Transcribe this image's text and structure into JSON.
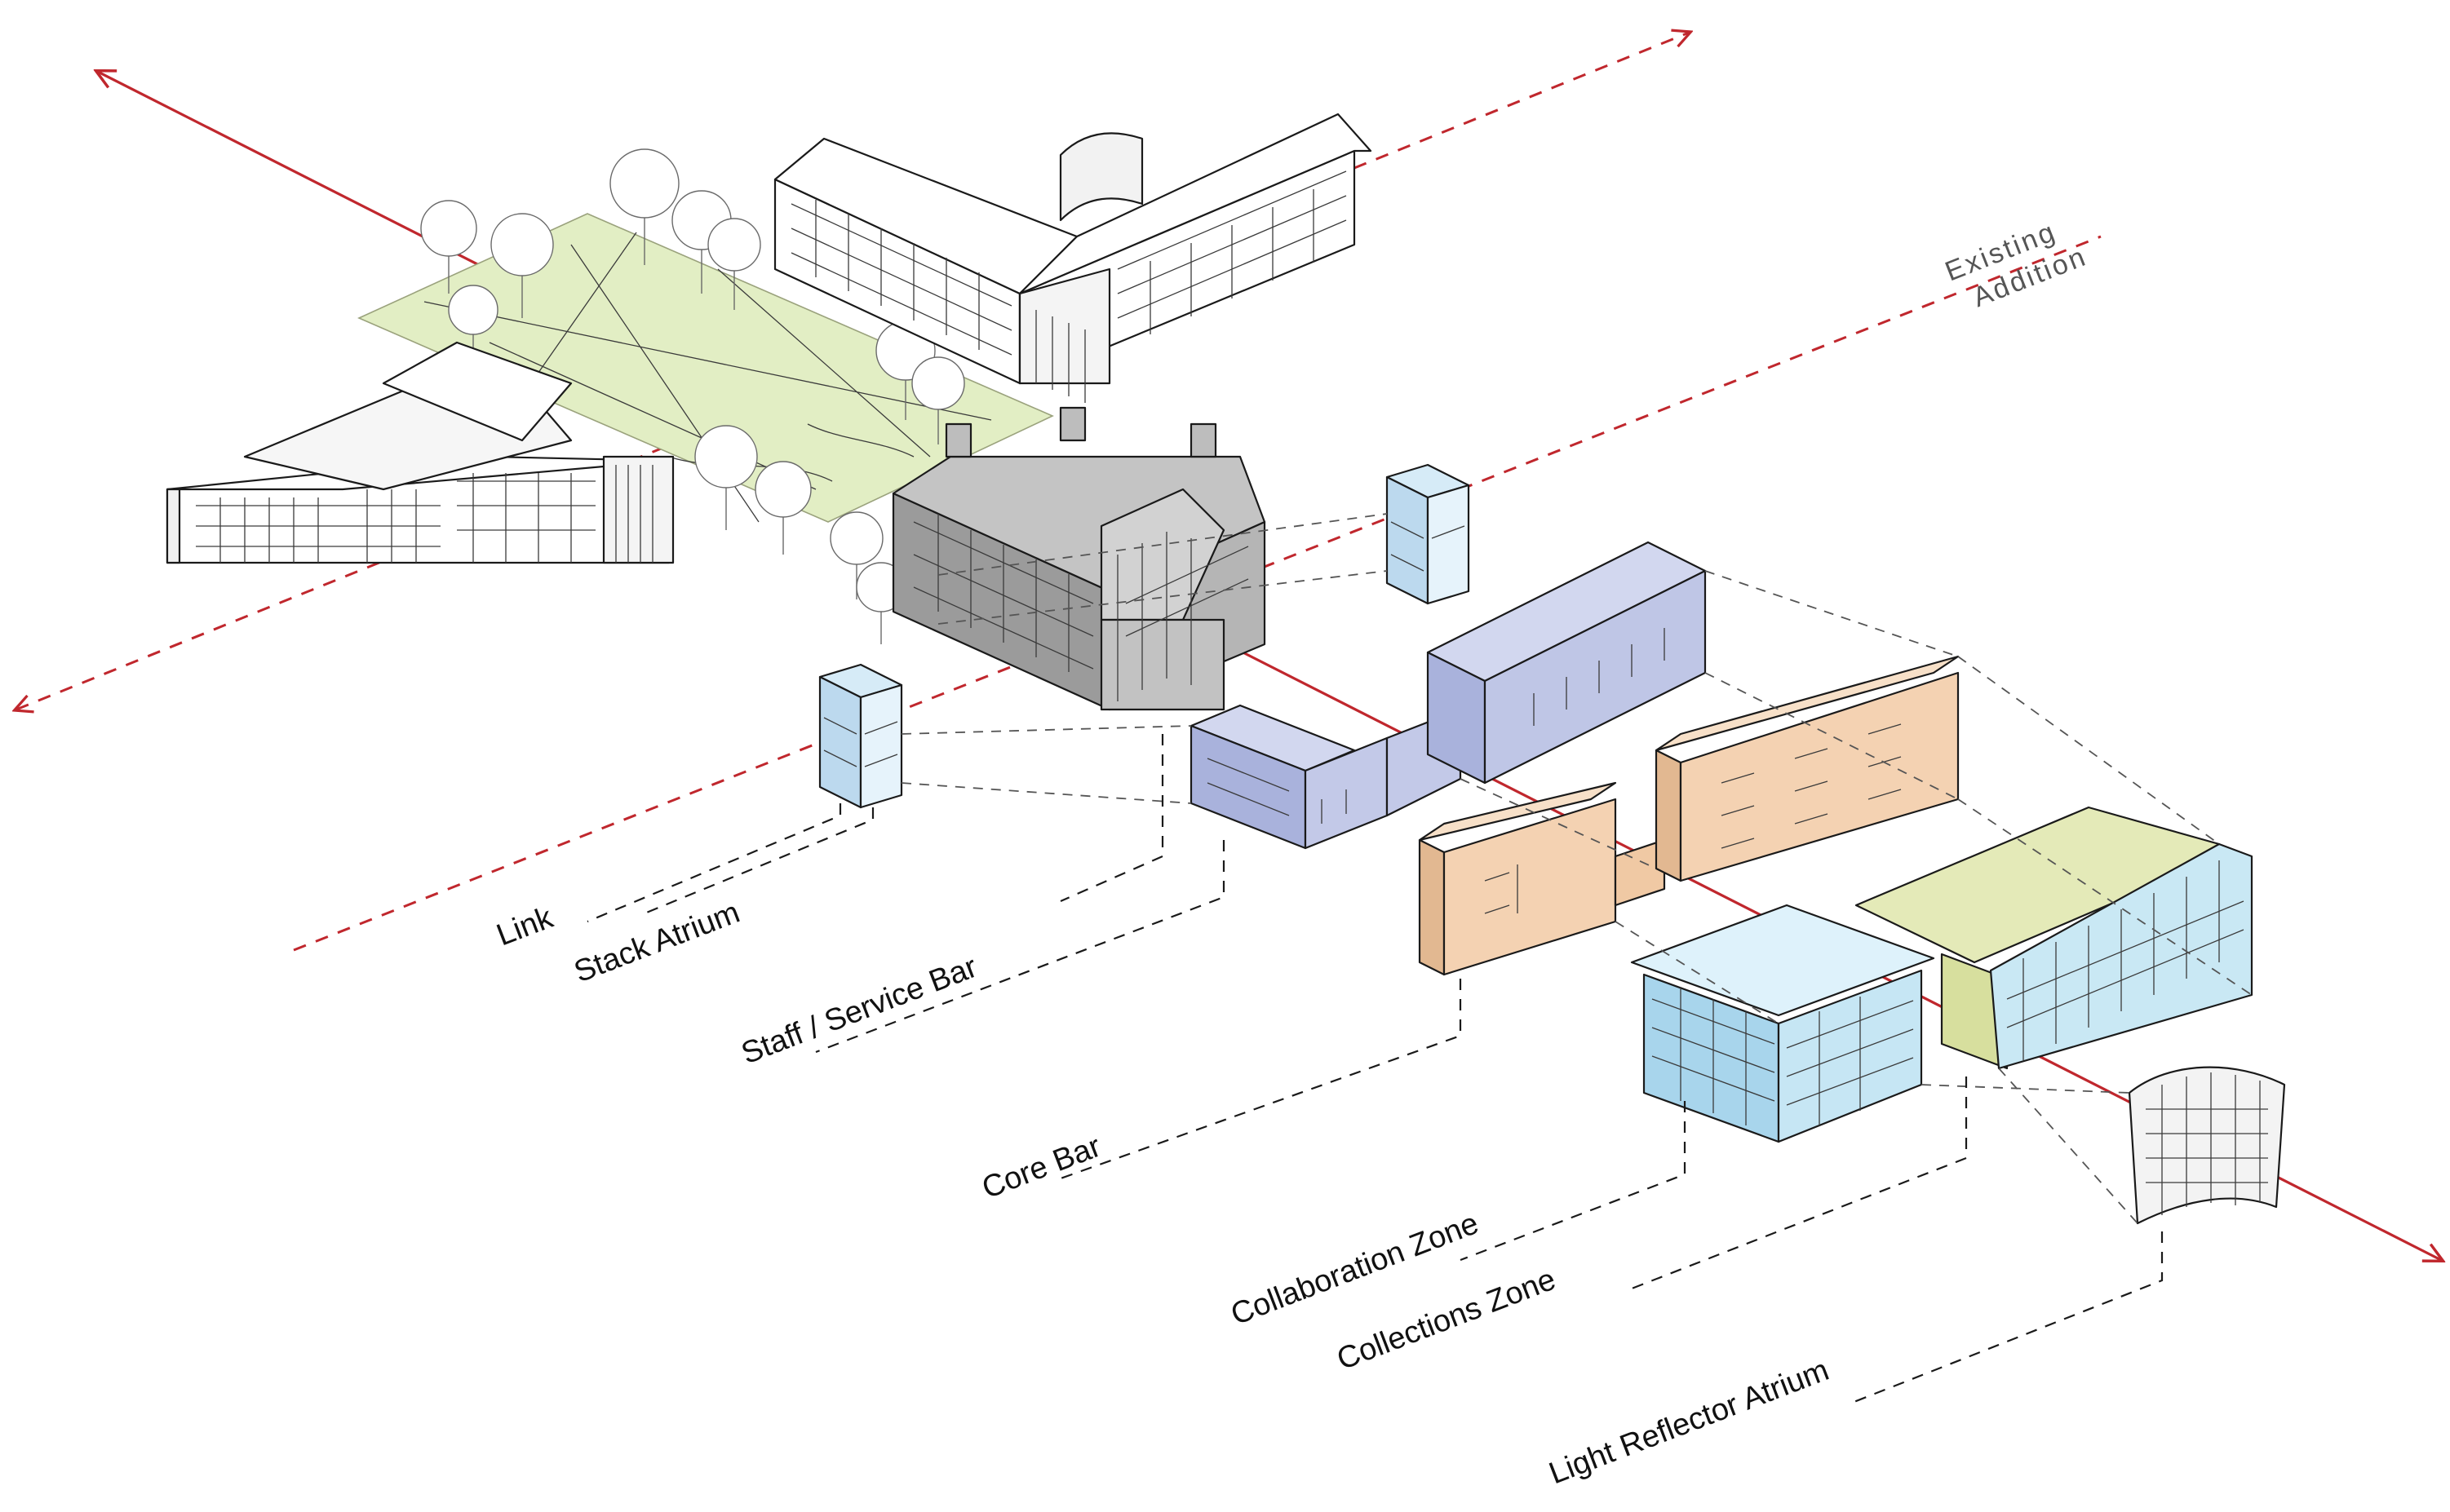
{
  "colors": {
    "axis_red": "#c0272d",
    "lawn_green": "#e2eec4",
    "historic_grey": "#a9a9a9",
    "stack_atrium_blue": "#bcd9ee",
    "staff_service_violet": "#b9c0e2",
    "core_bar_peach": "#f4d2b2",
    "collaboration_blue": "#c6e6f4",
    "collections_yellow": "#e4eab8",
    "collections_glass": "#c9e8f4"
  },
  "annotations": {
    "existing": "Existing",
    "addition": "Addition"
  },
  "labels": [
    {
      "id": "link",
      "text": "Link"
    },
    {
      "id": "stack-atrium",
      "text": "Stack Atrium"
    },
    {
      "id": "staff-service-bar",
      "text": "Staff / Service Bar"
    },
    {
      "id": "core-bar",
      "text": "Core Bar"
    },
    {
      "id": "collaboration-zone",
      "text": "Collaboration Zone"
    },
    {
      "id": "collections-zone",
      "text": "Collections Zone"
    },
    {
      "id": "light-reflector-atrium",
      "text": "Light Reflector Atrium"
    }
  ]
}
